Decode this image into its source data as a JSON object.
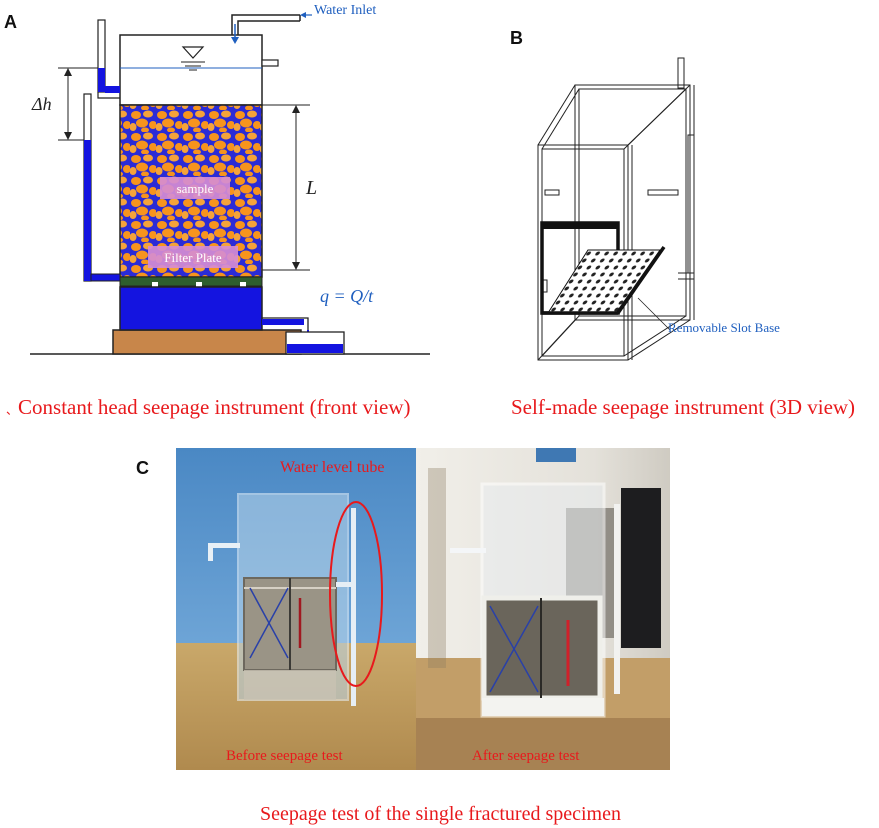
{
  "panel_a": {
    "letter": "A",
    "water_inlet": "Water Inlet",
    "delta_h": "Δh",
    "length": "L",
    "sample": "sample",
    "filter_plate": "Filter Plate",
    "flow": "q = Q/t",
    "caption": "Constant head seepage instrument (front view)",
    "caption_mark": "、"
  },
  "panel_b": {
    "letter": "B",
    "removable_slot_base": "Removable Slot Base",
    "caption": "Self-made seepage instrument (3D view)"
  },
  "panel_c": {
    "letter": "C",
    "water_level_tube": "Water level tube",
    "before": "Before seepage test",
    "after": "After seepage test",
    "caption": "Seepage test of the single fractured specimen"
  },
  "colors": {
    "caption_red": "#e8191c",
    "water_blue": "#1414e0",
    "sample_orange": "#f7941d",
    "base_brown": "#c8864a",
    "label_blue": "#1f5fbf"
  }
}
